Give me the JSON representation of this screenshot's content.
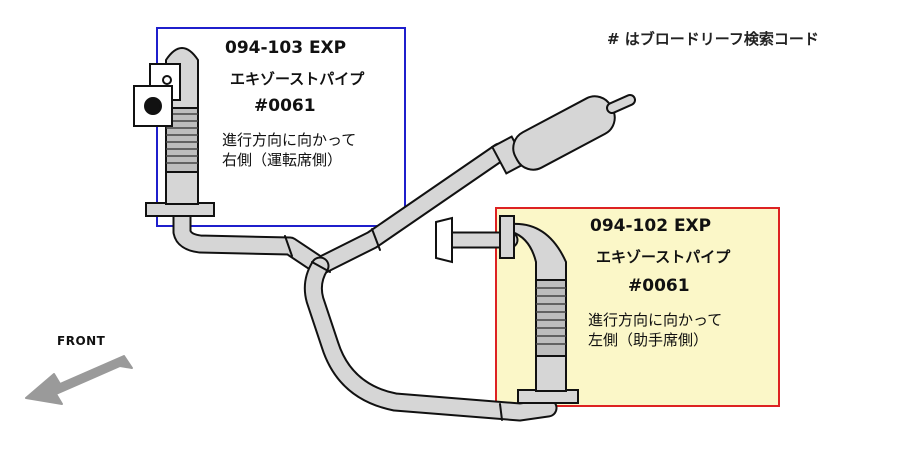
{
  "legend_note": "# はブロードリーフ検索コード",
  "front_label": "FRONT",
  "parts": [
    {
      "part_number": "094-103 EXP",
      "name": "エキゾーストパイプ",
      "code": "#0061",
      "position_line1": "進行方向に向かって",
      "position_line2": "右側（運転席側）",
      "box_color": "#1f1fcc"
    },
    {
      "part_number": "094-102 EXP",
      "name": "エキゾーストパイプ",
      "code": "#0061",
      "position_line1": "進行方向に向かって",
      "position_line2": "左側（助手席側）",
      "box_color": "#dd2222",
      "box_fill": "#fbf7c8"
    }
  ],
  "colors": {
    "pipe_fill": "#d6d6d6",
    "outline": "#111111",
    "front_arrow": "#9a9a9a"
  }
}
